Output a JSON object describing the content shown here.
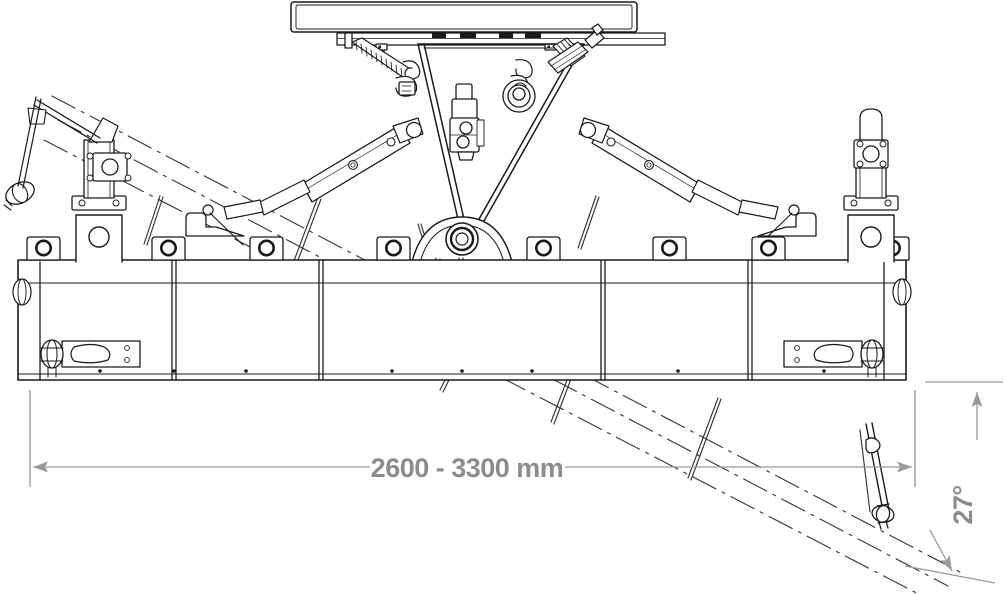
{
  "drawing": {
    "title": "Hydraulic angle blade / snow plow - plan view",
    "view": "top plan view",
    "line_color": "#1a1a1a",
    "dimension_color": "#8c8c8c",
    "background_color": "#ffffff"
  },
  "dimensions": {
    "width": {
      "label": "2600 - 3300 mm",
      "min_mm": 2600,
      "max_mm": 3300,
      "unit": "mm",
      "orientation": "horizontal",
      "arrow_style": "double-arrow"
    },
    "angle": {
      "label": "27°",
      "value": 27,
      "unit": "degrees",
      "orientation": "vertical-rotated",
      "arrow_style": "double-arrow"
    }
  },
  "components": {
    "mount_plate": "tractor mounting plate",
    "a_frame": "A-frame hitch",
    "center_pivot": "center pivot bearing",
    "left_cylinder": "left hydraulic angling cylinder",
    "right_cylinder": "right hydraulic angling cylinder",
    "left_spring": "left trip spring",
    "right_spring": "right trip spring",
    "moldboard": "moldboard blade body",
    "left_end_post": "left end vertical post assembly",
    "right_end_post": "right end vertical post assembly",
    "left_shoe": "left skid shoe",
    "right_shoe": "right skid shoe",
    "wear_edge": "bottom cutting / wear edge",
    "phantom_blade": "blade shown rotated to maximum angle (phantom lines)"
  },
  "counts": {
    "top_brackets": 8,
    "vertical_ribs": 5,
    "bottom_bolts": 8
  }
}
